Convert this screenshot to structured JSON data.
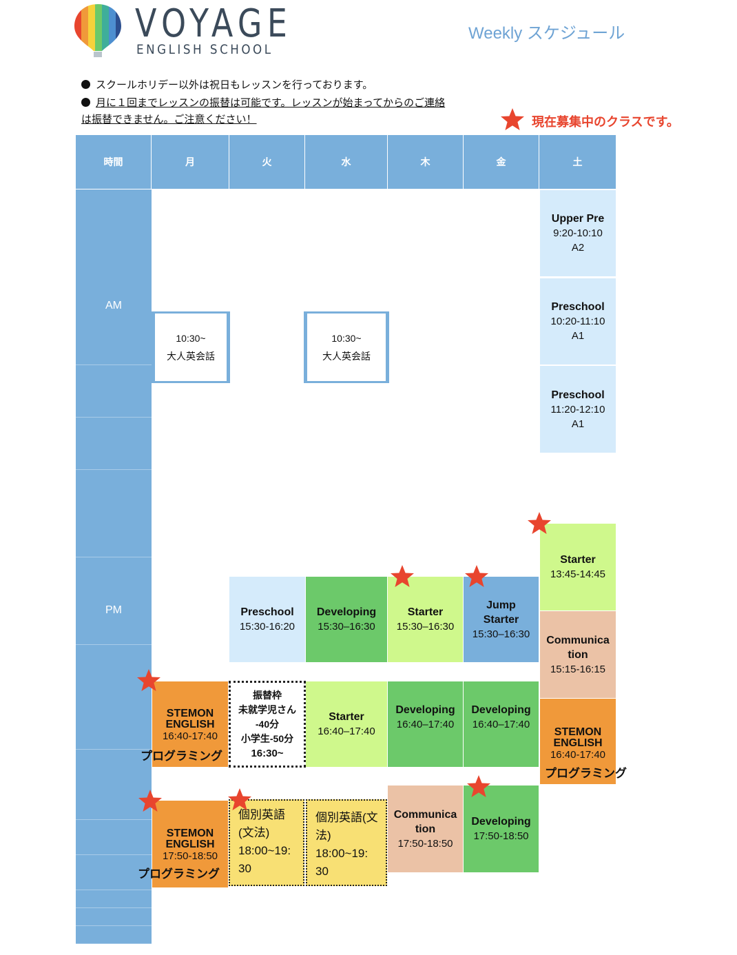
{
  "header": {
    "logo_title": "VOYAGE",
    "logo_subtitle": "ENGLISH SCHOOL",
    "page_title": "Weekly スケジュール"
  },
  "notes": {
    "note1": "スクールホリデー以外は祝日もレッスンを行っております。",
    "note2_line1": "月に１回までレッスンの振替は可能です。レッスンが始まってからのご連絡",
    "note2_line2": "は振替できません。ご注意ください！"
  },
  "legend": {
    "text": "現在募集中のクラスです。",
    "star_color": "#e8452e"
  },
  "colors": {
    "header_blue": "#79afdb",
    "light_blue": "#d5ebfb",
    "green": "#6cc96a",
    "lime": "#cff88c",
    "peach": "#ebc2a6",
    "orange": "#f0993a",
    "yellow": "#f8e074",
    "title_blue": "#6ea3d4"
  },
  "columns": [
    "時間",
    "月",
    "火",
    "水",
    "木",
    "金",
    "土"
  ],
  "periods": {
    "am": "AM",
    "pm": "PM"
  },
  "adult": {
    "mon": {
      "time": "10:30~",
      "name": "大人英会話"
    },
    "wed": {
      "time": "10:30~",
      "name": "大人英会話"
    }
  },
  "sat": {
    "c1": {
      "name": "Upper Pre",
      "time": "9:20-10:10",
      "room": "A2"
    },
    "c2": {
      "name": "Preschool",
      "time": "10:20-11:10",
      "room": "A1"
    },
    "c3": {
      "name": "Preschool",
      "time": "11:20-12:10",
      "room": "A1"
    },
    "c4": {
      "name": "Starter",
      "time": "13:45-14:45"
    },
    "c5": {
      "name1": "Communica",
      "name2": "tion",
      "time": "15:15-16:15"
    },
    "c6": {
      "name1": "STEMON",
      "name2": "ENGLISH",
      "time": "16:40-17:40",
      "sub": "プログラミング"
    }
  },
  "tue": {
    "c1": {
      "name": "Preschool",
      "time": "15:30-16:20"
    },
    "c2": {
      "l1": "振替枠",
      "l2": "未就学児さん",
      "l3": "-40分",
      "l4": "小学生-50分",
      "l5": "16:30~"
    },
    "c3": {
      "l1": "個別英語",
      "l2": "(文法)",
      "l3": "18:00~19:",
      "l4": "30"
    }
  },
  "wed": {
    "c1": {
      "name": "Developing",
      "time": "15:30–16:30"
    },
    "c2": {
      "name": "Starter",
      "time": "16:40–17:40"
    },
    "c3": {
      "l1": "個別英語(文",
      "l2": "法)",
      "l3": "18:00~19:",
      "l4": "30"
    }
  },
  "thu": {
    "c1": {
      "name": "Starter",
      "time": "15:30–16:30"
    },
    "c2": {
      "name": "Developing",
      "time": "16:40–17:40"
    },
    "c3": {
      "name1": "Communica",
      "name2": "tion",
      "time": "17:50-18:50"
    }
  },
  "fri": {
    "c1": {
      "name1": "Jump",
      "name2": "Starter",
      "time": "15:30–16:30"
    },
    "c2": {
      "name": "Developing",
      "time": "16:40–17:40"
    },
    "c3": {
      "name": "Developing",
      "time": "17:50-18:50"
    }
  },
  "mon": {
    "c1": {
      "name1": "STEMON",
      "name2": "ENGLISH",
      "time": "16:40-17:40",
      "sub": "プログラミング"
    },
    "c2": {
      "name1": "STEMON",
      "name2": "ENGLISH",
      "time": "17:50-18:50",
      "sub": "プログラミング"
    }
  }
}
